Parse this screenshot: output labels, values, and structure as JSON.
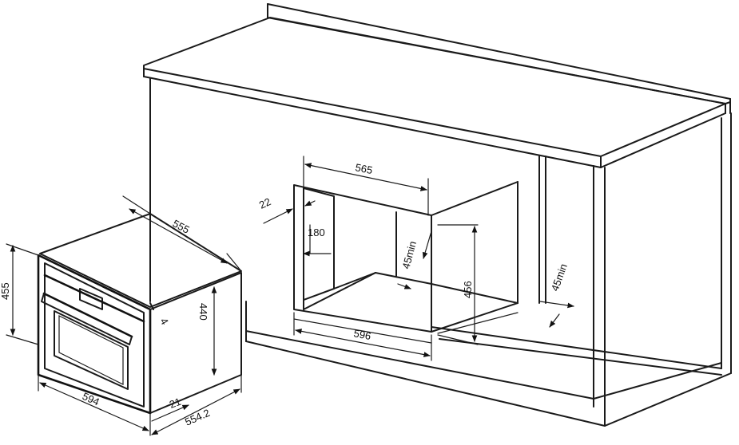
{
  "dimensions": {
    "cabinet_width": "565",
    "cabinet_front_gap": "22",
    "cabinet_side_depth": "180",
    "cabinet_clearance_inner": "45min",
    "cabinet_height": "456",
    "cabinet_clearance_outer": "45min",
    "cabinet_opening_width": "596",
    "oven_depth": "555",
    "oven_height": "455",
    "oven_body_height": "440",
    "oven_front_offset": "4",
    "oven_width": "594",
    "oven_panel_thickness": "21",
    "oven_total_depth": "554.2"
  }
}
